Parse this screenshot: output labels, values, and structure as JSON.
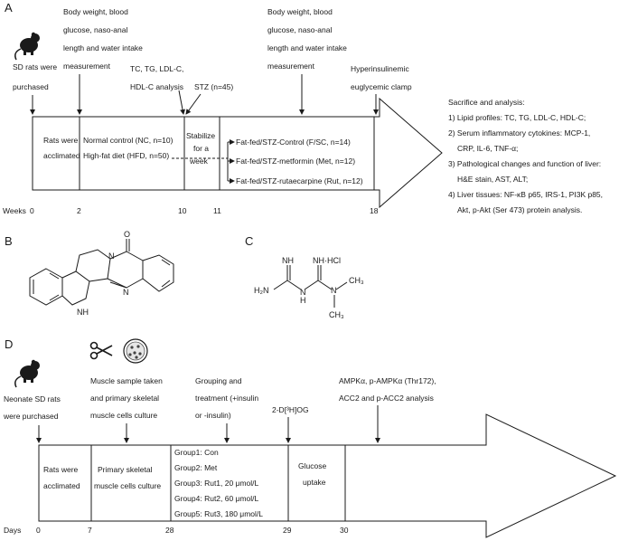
{
  "panel_a": {
    "label": "A",
    "event_purchase": [
      "SD rats were",
      "purchased"
    ],
    "event_measure_1": [
      "Body weight, blood",
      "glucose, naso-anal",
      "length and water intake",
      "measurement"
    ],
    "event_tc": [
      "TC, TG, LDL-C,",
      "HDL-C analysis"
    ],
    "event_stz": "STZ (n=45)",
    "event_measure_2": [
      "Body weight, blood",
      "glucose, naso-anal",
      "length and water intake",
      "measurement"
    ],
    "event_clamp": [
      "Hyperinsulinemic",
      "euglycemic clamp"
    ],
    "box_acclimated": [
      "Rats were",
      "acclimated"
    ],
    "box_groups_1": [
      "Normal control (NC, n=10)",
      "High-fat diet (HFD, n=50)"
    ],
    "box_stabilize": [
      "Stabilize",
      "for a",
      "week"
    ],
    "box_groups_2": [
      "Fat-fed/STZ-Control (F/SC, n=14)",
      "Fat-fed/STZ-metformin (Met, n=12)",
      "Fat-fed/STZ-rutaecarpine (Rut, n=12)"
    ],
    "analysis": [
      "Sacrifice and analysis:",
      "1) Lipid profiles: TC, TG, LDL-C, HDL-C;",
      "2) Serum inflammatory cytokines: MCP-1,",
      "CRP, IL-6, TNF-α;",
      "3) Pathological changes and function of liver:",
      "H&E stain, AST, ALT;",
      "4) Liver tissues: NF-κB p65, IRS-1, PI3K p85,",
      "Akt, p-Akt (Ser 473) protein analysis."
    ],
    "axis_label": "Weeks",
    "ticks": [
      "0",
      "2",
      "10",
      "11",
      "18"
    ]
  },
  "panel_b": {
    "label": "B",
    "atoms": [
      "O",
      "NH",
      "N",
      "N"
    ]
  },
  "panel_c": {
    "label": "C",
    "atoms": [
      "NH",
      "NH·HCl",
      "H₂N",
      "N",
      "N",
      "CH₃",
      "CH₃",
      "H"
    ]
  },
  "panel_d": {
    "label": "D",
    "event_purchase": [
      "Neonate SD rats",
      "were purchased"
    ],
    "event_muscle": [
      "Muscle sample taken",
      "and primary skeletal",
      "muscle cells culture"
    ],
    "event_grouping": [
      "Grouping and",
      "treatment (+insulin",
      "or -insulin)"
    ],
    "event_dog": "2-D[³H]OG",
    "event_ampk": [
      "AMPKα, p-AMPKα (Thr172),",
      "ACC2 and p-ACC2 analysis"
    ],
    "box_acclimated": [
      "Rats were",
      "acclimated"
    ],
    "box_culture": [
      "Primary skeletal",
      "muscle cells culture"
    ],
    "box_groups": [
      "Group1: Con",
      "Group2: Met",
      "Group3: Rut1, 20 μmol/L",
      "Group4: Rut2, 60 μmol/L",
      "Group5: Rut3, 180 μmol/L"
    ],
    "box_uptake": [
      "Glucose",
      "uptake"
    ],
    "axis_label": "Days",
    "ticks": [
      "0",
      "7",
      "28",
      "29",
      "30"
    ]
  },
  "icons": [
    "rat-icon",
    "scissors-icon",
    "petri-dish-icon"
  ]
}
